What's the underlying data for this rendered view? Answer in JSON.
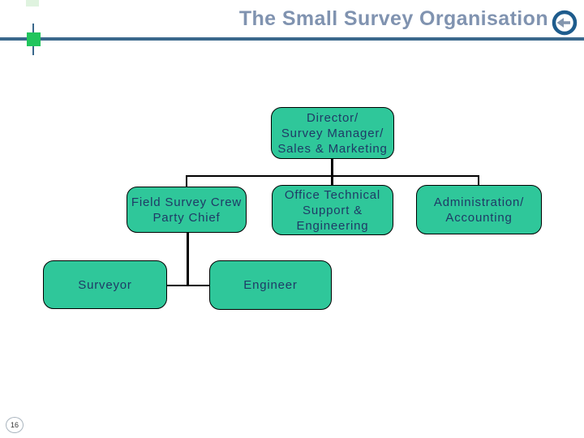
{
  "slide": {
    "title": "The Small Survey Organisation",
    "page_number": "16"
  },
  "colors": {
    "title_text": "#8093B0",
    "rule": "#3A688C",
    "accent_square": "#21C55D",
    "accent_square_pale": "#DFF3DF",
    "node_fill": "#2FC79A",
    "node_border": "#000000",
    "node_text": "#1F3A66",
    "connector": "#000000",
    "icon_ring": "#1E5C8D",
    "icon_arrow": "#8496AE",
    "page_badge_border": "#A9B4BE",
    "page_badge_text": "#333333"
  },
  "org_chart": {
    "nodes": {
      "director": {
        "label": "Director/\nSurvey Manager/\nSales & Marketing"
      },
      "field": {
        "label": "Field Survey Crew\nParty Chief"
      },
      "office": {
        "label": "Office Technical\nSupport &\nEngineering"
      },
      "admin": {
        "label": "Administration/\nAccounting"
      },
      "surveyor": {
        "label": "Surveyor"
      },
      "engineer": {
        "label": "Engineer"
      }
    }
  }
}
